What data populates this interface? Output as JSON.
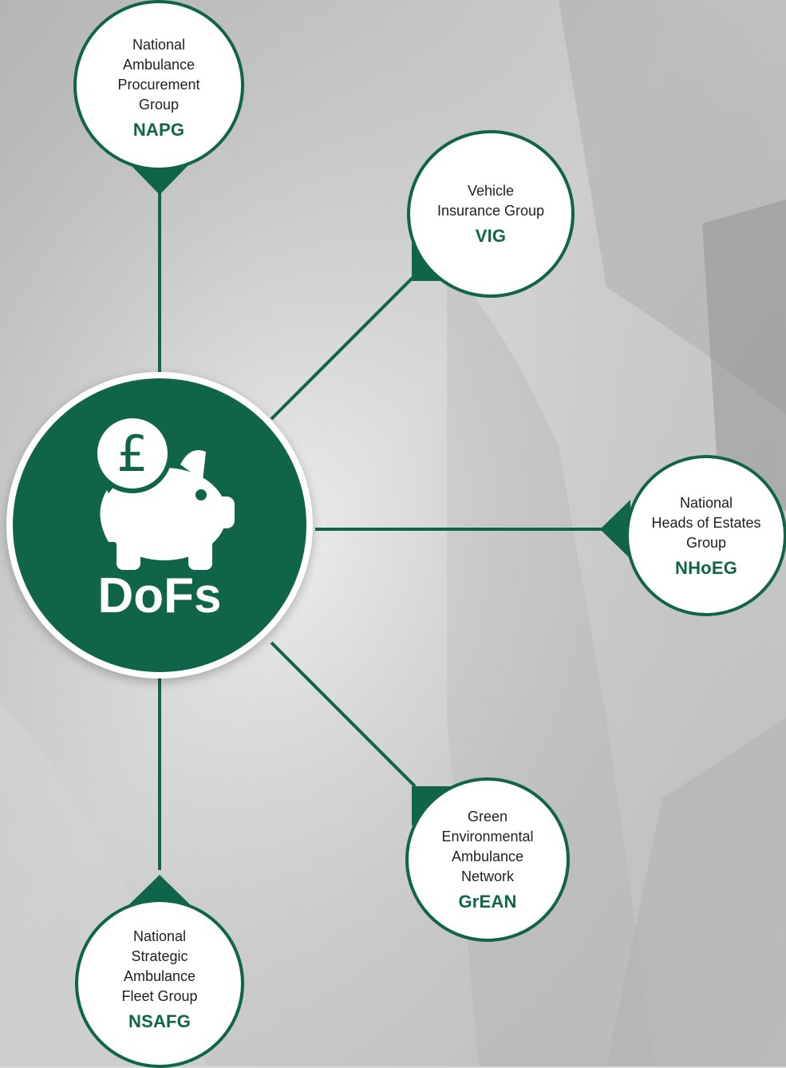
{
  "hub": {
    "title": "DoFs",
    "currency_symbol": "£",
    "icon": "piggy-bank-icon"
  },
  "groups": [
    {
      "id": "napg",
      "name": "National\nAmbulance\nProcurement\nGroup",
      "abbr": "NAPG"
    },
    {
      "id": "vig",
      "name": "Vehicle\nInsurance Group",
      "abbr": "VIG"
    },
    {
      "id": "nhoeg",
      "name": "National\nHeads of Estates\nGroup",
      "abbr": "NHoEG"
    },
    {
      "id": "grean",
      "name": "Green\nEnvironmental\nAmbulance\nNetwork",
      "abbr": "GrEAN"
    },
    {
      "id": "nsafg",
      "name": "National\nStrategic\nAmbulance\nFleet Group",
      "abbr": "NSAFG"
    }
  ],
  "colors": {
    "accent": "#10644a",
    "node_background": "#ffffff",
    "background": "#d9d9d9"
  }
}
